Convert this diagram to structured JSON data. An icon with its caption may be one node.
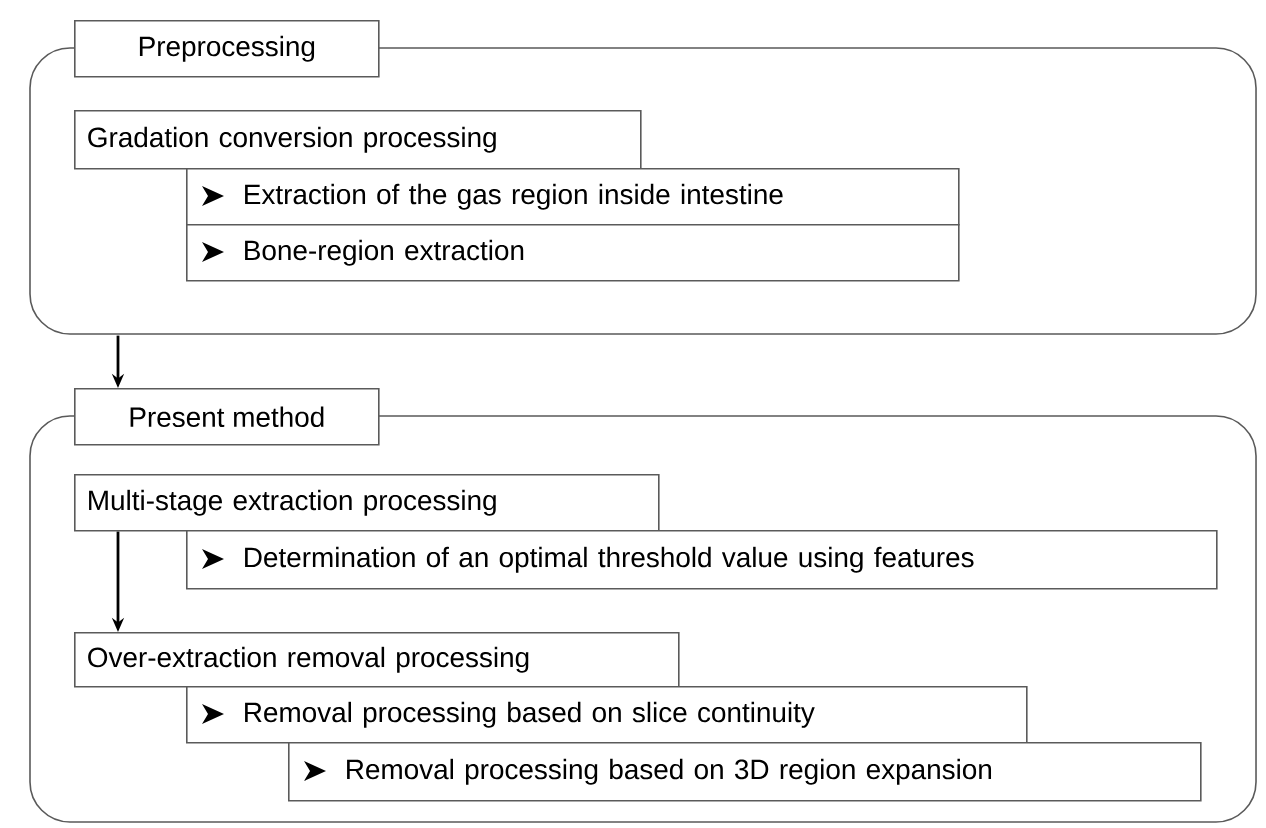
{
  "diagram": {
    "nodes": [
      {
        "text": [
          "Preprocessing"
        ]
      },
      {
        "text": [
          "Gradation conversion processing"
        ],
        "in": 0
      },
      {
        "text": [
          "Extraction of the gas region inside intestine"
        ],
        "in": 0
      },
      {
        "text": [
          "Bone-region extraction"
        ],
        "in": 0
      },
      {
        "text": [
          "Present method"
        ]
      },
      {
        "text": [
          "Multi-stage extraction processing"
        ],
        "in": 4
      },
      {
        "text": [
          "Determination of an optimal threshold value using features"
        ],
        "in": 4
      },
      {
        "text": [
          "Over-extraction removal processing"
        ],
        "in": 4
      },
      {
        "text": [
          "Removal processing based on slice continuity"
        ],
        "in": 4
      },
      {
        "text": [
          "Removal processing based on 3D region expansion"
        ],
        "in": 4
      }
    ],
    "edges": [
      {
        "from": 0,
        "to": 4,
        "arrow": "to"
      },
      {
        "from": 5,
        "to": 7,
        "arrow": "to"
      }
    ]
  }
}
